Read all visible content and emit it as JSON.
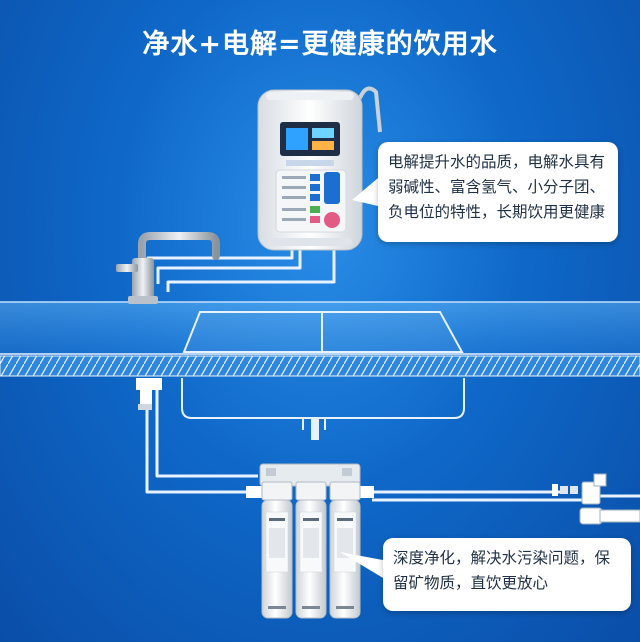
{
  "headline": "净水+电解=更健康的饮用水",
  "callouts": {
    "ionizer": "电解提升水的品质，电解水具有弱碱性、富含氢气、小分子团、负电位的特性，长期饮用更健康",
    "filter": "深度净化，解决水污染问题，保留矿物质，直饮更放心"
  },
  "colors": {
    "background": "#0f68c8",
    "pipe": "#e8f2ff",
    "callout_bg": "#ffffff",
    "callout_text": "#1f2f44",
    "device_blue": "#1c6fd0",
    "device_pink": "#e45a86"
  }
}
